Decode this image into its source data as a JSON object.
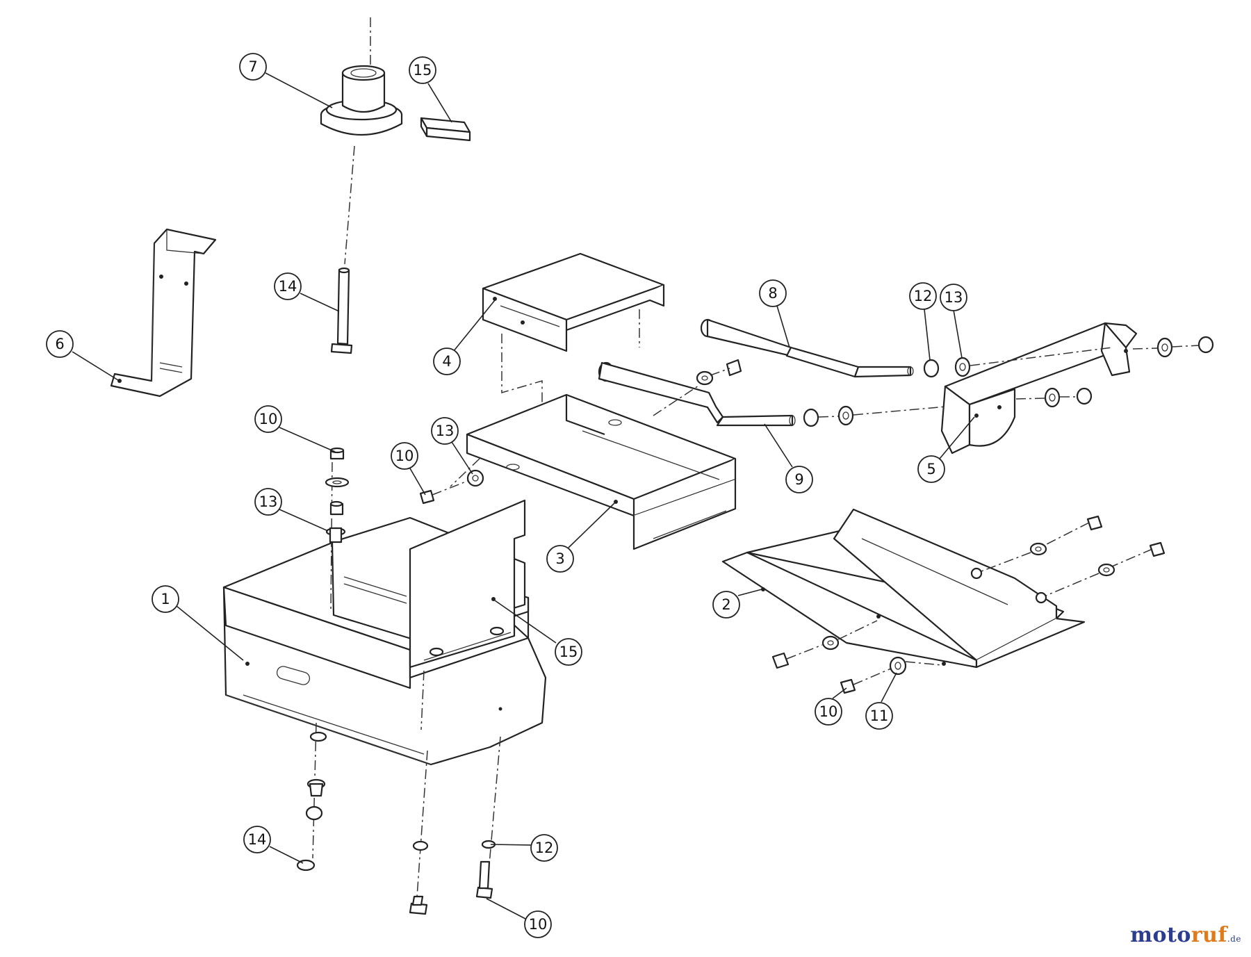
{
  "callouts": [
    {
      "id": "c1",
      "label": "1"
    },
    {
      "id": "c2",
      "label": "2"
    },
    {
      "id": "c3",
      "label": "3"
    },
    {
      "id": "c4",
      "label": "4"
    },
    {
      "id": "c5",
      "label": "5"
    },
    {
      "id": "c6",
      "label": "6"
    },
    {
      "id": "c7",
      "label": "7"
    },
    {
      "id": "c8",
      "label": "8"
    },
    {
      "id": "c9",
      "label": "9"
    },
    {
      "id": "c10a",
      "label": "10"
    },
    {
      "id": "c10b",
      "label": "10"
    },
    {
      "id": "c10c",
      "label": "10"
    },
    {
      "id": "c10d",
      "label": "10"
    },
    {
      "id": "c11",
      "label": "11"
    },
    {
      "id": "c12a",
      "label": "12"
    },
    {
      "id": "c12b",
      "label": "12"
    },
    {
      "id": "c13a",
      "label": "13"
    },
    {
      "id": "c13b",
      "label": "13"
    },
    {
      "id": "c13c",
      "label": "13"
    },
    {
      "id": "c14a",
      "label": "14"
    },
    {
      "id": "c14b",
      "label": "14"
    },
    {
      "id": "c15a",
      "label": "15"
    },
    {
      "id": "c15b",
      "label": "15"
    }
  ],
  "watermark": {
    "part1": "moto",
    "part2": "ruf",
    "suffix": ".de"
  }
}
